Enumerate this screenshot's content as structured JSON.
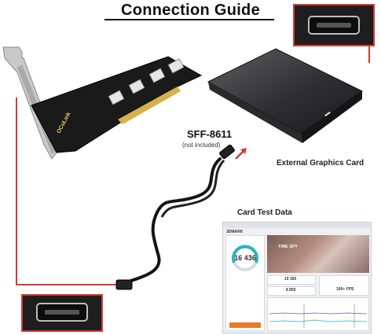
{
  "page": {
    "title": "Connection Guide"
  },
  "labels": {
    "connector_name": "SFF-8611",
    "connector_note": "(not included)",
    "dock_label": "External Graphics Card",
    "benchmark_label": "Card Test Data"
  },
  "card": {
    "brand_text": "OCuLink"
  },
  "benchmark": {
    "app_name": "3DMARK",
    "score": "16 436",
    "art_title": "TIME SPY",
    "sub_score_1": "19 365",
    "sub_score_2": "8 855",
    "fps_estimate": "100+ FPS"
  },
  "colors": {
    "accent_red": "#d23a32",
    "benchmark_orange": "#e8792e"
  }
}
